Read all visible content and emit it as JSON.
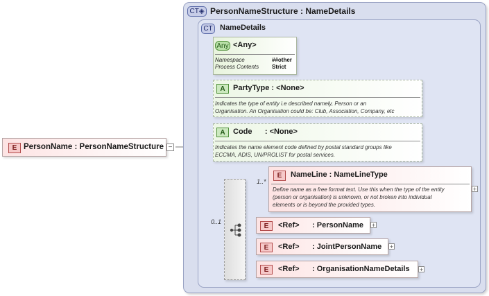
{
  "root": {
    "badge": "E",
    "name": "PersonName",
    "type": "PersonNameStructure"
  },
  "outer_ct": {
    "badge": "CT",
    "name": "PersonNameStructure",
    "base": "NameDetails"
  },
  "inner_ct": {
    "badge": "CT",
    "name": "NameDetails"
  },
  "any_box": {
    "badge": "Any",
    "title": "<Any>",
    "namespace_label": "Namespace",
    "namespace_value": "##other",
    "process_label": "Process Contents",
    "process_value": "Strict"
  },
  "attributes": [
    {
      "badge": "A",
      "name": "PartyType",
      "type": "<None>",
      "desc1": "Indicates the type of entity i.e described namely, Person or an",
      "desc2": "Organisation. An Organisation could be: Club, Association, Company, etc"
    },
    {
      "badge": "A",
      "name": "Code",
      "type": "<None>",
      "desc1": "Indicates the name element code defined by postal standard groups like",
      "desc2": "ECCMA, ADIS, UN/PROLIST for postal services."
    }
  ],
  "sequence_occurrence": "0..1",
  "name_line": {
    "badge": "E",
    "name": "NameLine",
    "type": "NameLineType",
    "occurrence": "1..*",
    "desc1": "Define name as a free format text. Use this when the type of the entity",
    "desc2": "(person or organisation) is unknown, or not broken into individual",
    "desc3": "elements or is beyond the provided types."
  },
  "refs": [
    {
      "badge": "E",
      "ref": "<Ref>",
      "name": "PersonName"
    },
    {
      "badge": "E",
      "ref": "<Ref>",
      "name": "JointPersonName"
    },
    {
      "badge": "E",
      "ref": "<Ref>",
      "name": "OrganisationNameDetails"
    }
  ],
  "icons": {
    "expand": "plus-icon",
    "collapse": "minus-icon",
    "sequence": "sequence-icon"
  },
  "colors": {
    "element_fill": "#fde3e3",
    "attribute_fill": "#edf7e6",
    "complex_type_fill": "#d9deee"
  }
}
